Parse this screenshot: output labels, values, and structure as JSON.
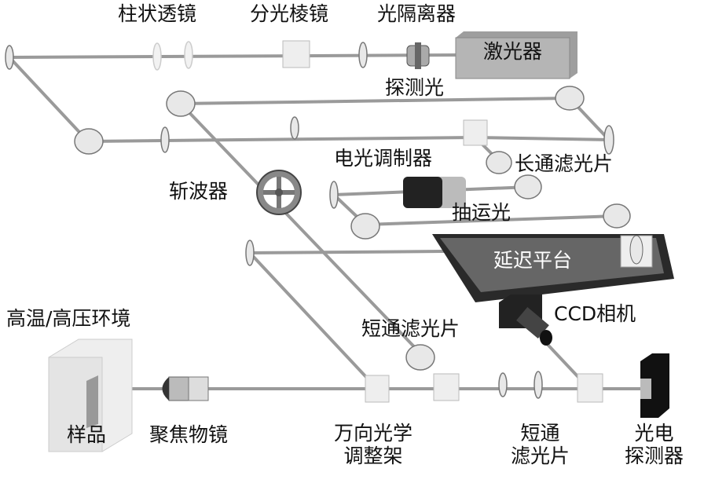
{
  "labels": {
    "cylindrical_lens": "柱状透镜",
    "beam_splitter": "分光棱镜",
    "optical_isolator": "光隔离器",
    "laser": "激光器",
    "probe_light": "探测光",
    "longpass_filter": "长通滤光片",
    "eo_modulator": "电光调制器",
    "chopper": "斩波器",
    "pump_light": "抽运光",
    "delay_stage": "延迟平台",
    "ccd_camera": "CCD相机",
    "high_temp_pressure": "高温/高压环境",
    "shortpass_filter_mid": "短通滤光片",
    "sample": "样品",
    "focusing_objective": "聚焦物镜",
    "gimbal_mount_line1": "万向光学",
    "gimbal_mount_line2": "调整架",
    "shortpass_filter_line1": "短通",
    "shortpass_filter_line2": "滤光片",
    "photodetector_line1": "光电",
    "photodetector_line2": "探测器"
  },
  "colors": {
    "beam": "#9a9a9a",
    "mirror": "#e6e6e6",
    "dark": "#2a2a2a"
  }
}
